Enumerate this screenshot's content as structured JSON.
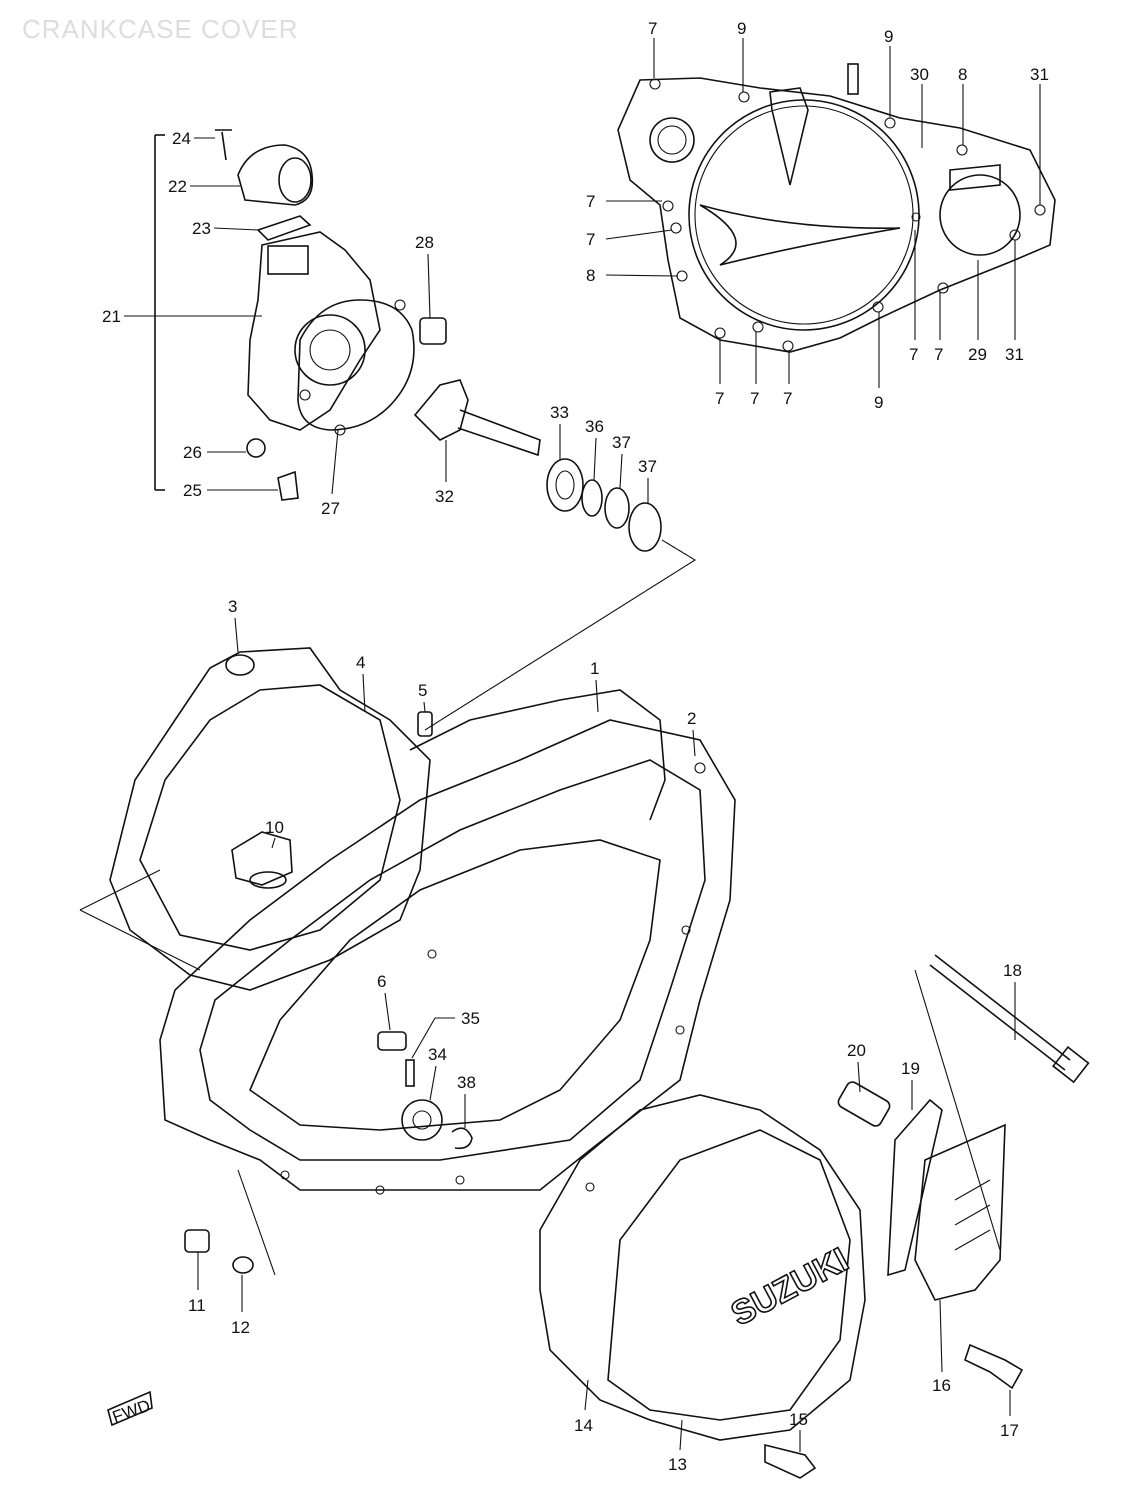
{
  "title": "CRANKCASE COVER",
  "brand_text": "SUZUKI",
  "front_marker": "FWD",
  "callouts": {
    "c7a": "7",
    "c9a": "9",
    "c9b": "9",
    "c30": "30",
    "c8a": "8",
    "c31a": "31",
    "c7b": "7",
    "c7c": "7",
    "c8b": "8",
    "c7d": "7",
    "c7e": "7",
    "c7f": "7",
    "c9c": "9",
    "c7g": "7",
    "c7h": "7",
    "c29": "29",
    "c31b": "31",
    "c24": "24",
    "c22": "22",
    "c23": "23",
    "c21": "21",
    "c28": "28",
    "c26": "26",
    "c25": "25",
    "c27": "27",
    "c32": "32",
    "c33": "33",
    "c36": "36",
    "c37a": "37",
    "c37b": "37",
    "c3": "3",
    "c4": "4",
    "c5": "5",
    "c1": "1",
    "c2": "2",
    "c10": "10",
    "c6": "6",
    "c35": "35",
    "c34": "34",
    "c38": "38",
    "c18": "18",
    "c20": "20",
    "c19": "19",
    "c11": "11",
    "c12": "12",
    "c16": "16",
    "c17": "17",
    "c14": "14",
    "c15": "15",
    "c13": "13"
  }
}
